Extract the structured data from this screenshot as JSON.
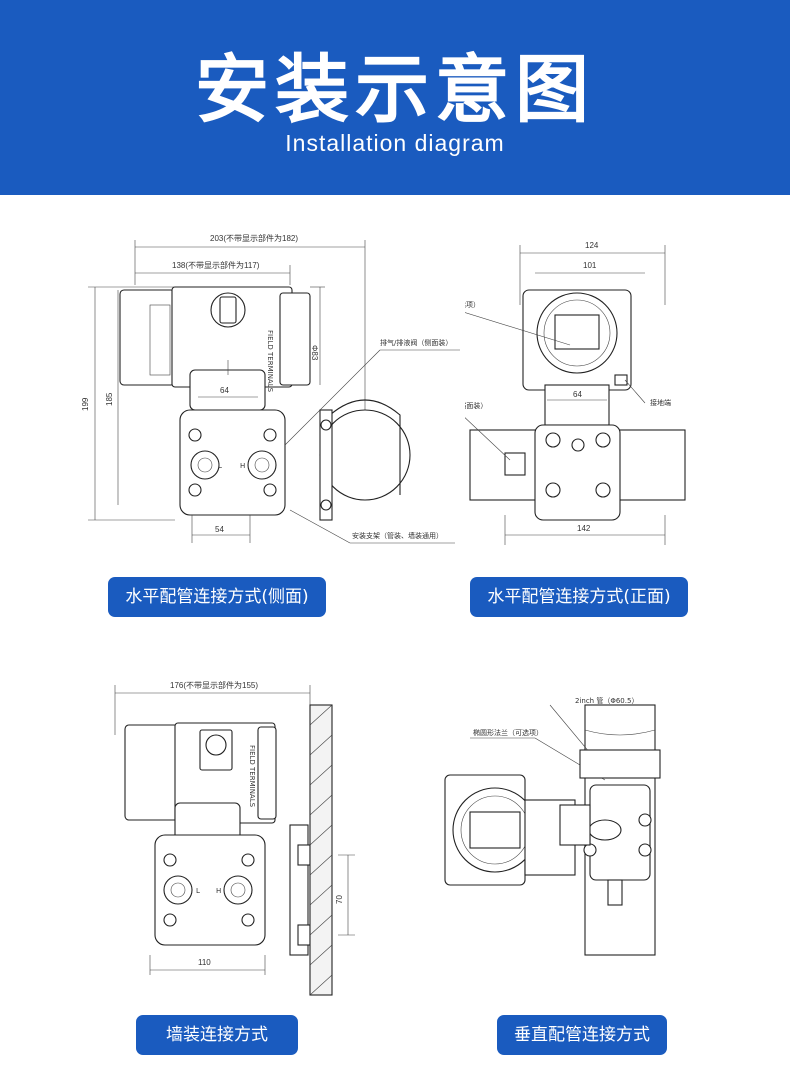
{
  "header": {
    "title": "安装示意图",
    "subtitle": "Installation diagram"
  },
  "colors": {
    "brand_blue": "#1a5bbf",
    "line": "#222222"
  },
  "figures": {
    "side": {
      "dim_total_width": "203(不带显示部件为182)",
      "dim_body_width": "138(不带显示部件为117)",
      "dim_height_total": "199",
      "dim_height_body": "185",
      "dim_diameter": "Φ83",
      "dim_flange": "64",
      "dim_base": "54",
      "label_vent_side": "排气/排液阀（侧面装）",
      "label_bracket": "安装支架（管装、墙装通用）",
      "nameplate": "FIELD TERMINALS",
      "letter_l": "L",
      "letter_h": "H"
    },
    "front": {
      "dim_total_width": "124",
      "dim_inner_width": "101",
      "dim_flange": "64",
      "dim_bottom": "142",
      "label_lcd": "液晶显示器（可选项）",
      "label_vent_end": "排气/排液阀（端面装）",
      "label_ground": "接地端"
    },
    "wall": {
      "dim_width": "176(不带显示部件为155)",
      "dim_bolt": "70",
      "dim_base": "110",
      "nameplate": "FIELD TERMINALS",
      "letter_l": "L",
      "letter_h": "H"
    },
    "vertical": {
      "label_pipe": "2inch 管（Φ60.5）",
      "label_flange": "椭圆形法兰（可选项）"
    }
  },
  "buttons": {
    "side": "水平配管连接方式(侧面)",
    "front": "水平配管连接方式(正面)",
    "wall": "墙装连接方式",
    "vertical": "垂直配管连接方式"
  }
}
